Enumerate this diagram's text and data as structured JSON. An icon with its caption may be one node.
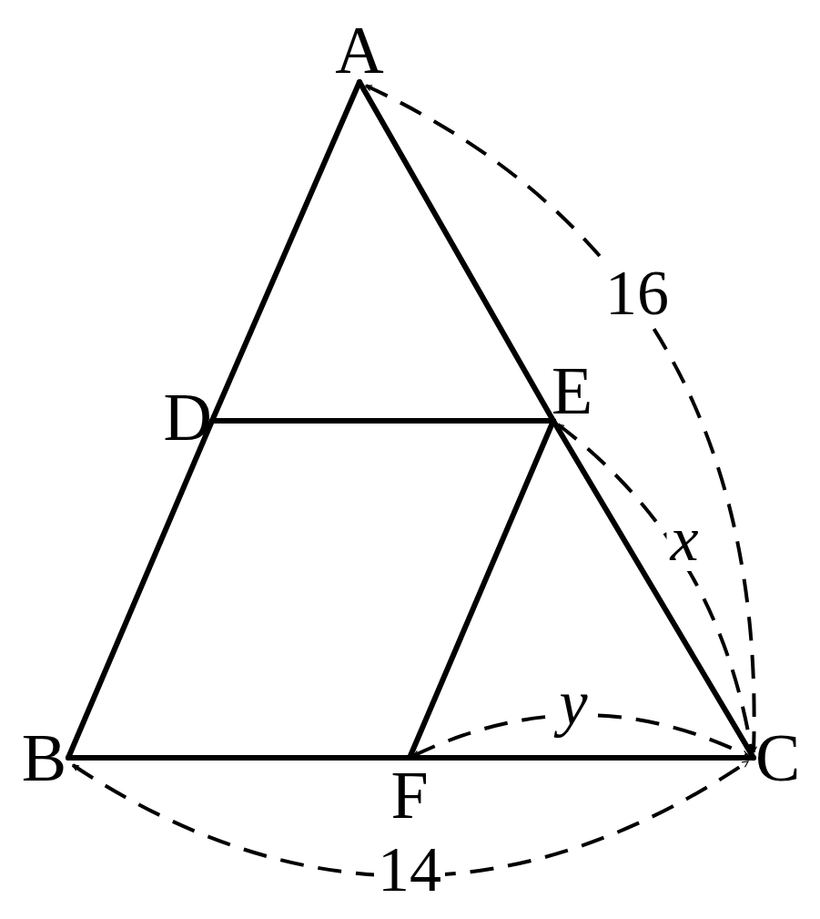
{
  "diagram": {
    "nodes": [
      {
        "text": [
          "A"
        ]
      },
      {
        "text": [
          "D"
        ]
      },
      {
        "text": [
          "E"
        ]
      },
      {
        "text": [
          "B"
        ]
      },
      {
        "text": [
          "F"
        ]
      },
      {
        "text": [
          "C"
        ]
      }
    ],
    "edges": [
      {
        "from": 0,
        "to": 1,
        "arrow": "none"
      },
      {
        "from": 1,
        "to": 3,
        "arrow": "none"
      },
      {
        "from": 0,
        "to": 2,
        "arrow": "none"
      },
      {
        "from": 2,
        "to": 5,
        "arrow": "none"
      },
      {
        "from": 1,
        "to": 2,
        "arrow": "none"
      },
      {
        "from": 2,
        "to": 4,
        "arrow": "none"
      },
      {
        "from": 3,
        "to": 4,
        "arrow": "none"
      },
      {
        "from": 4,
        "to": 5,
        "arrow": "none"
      }
    ],
    "labels": [
      "16",
      "x",
      "y",
      "14"
    ]
  }
}
